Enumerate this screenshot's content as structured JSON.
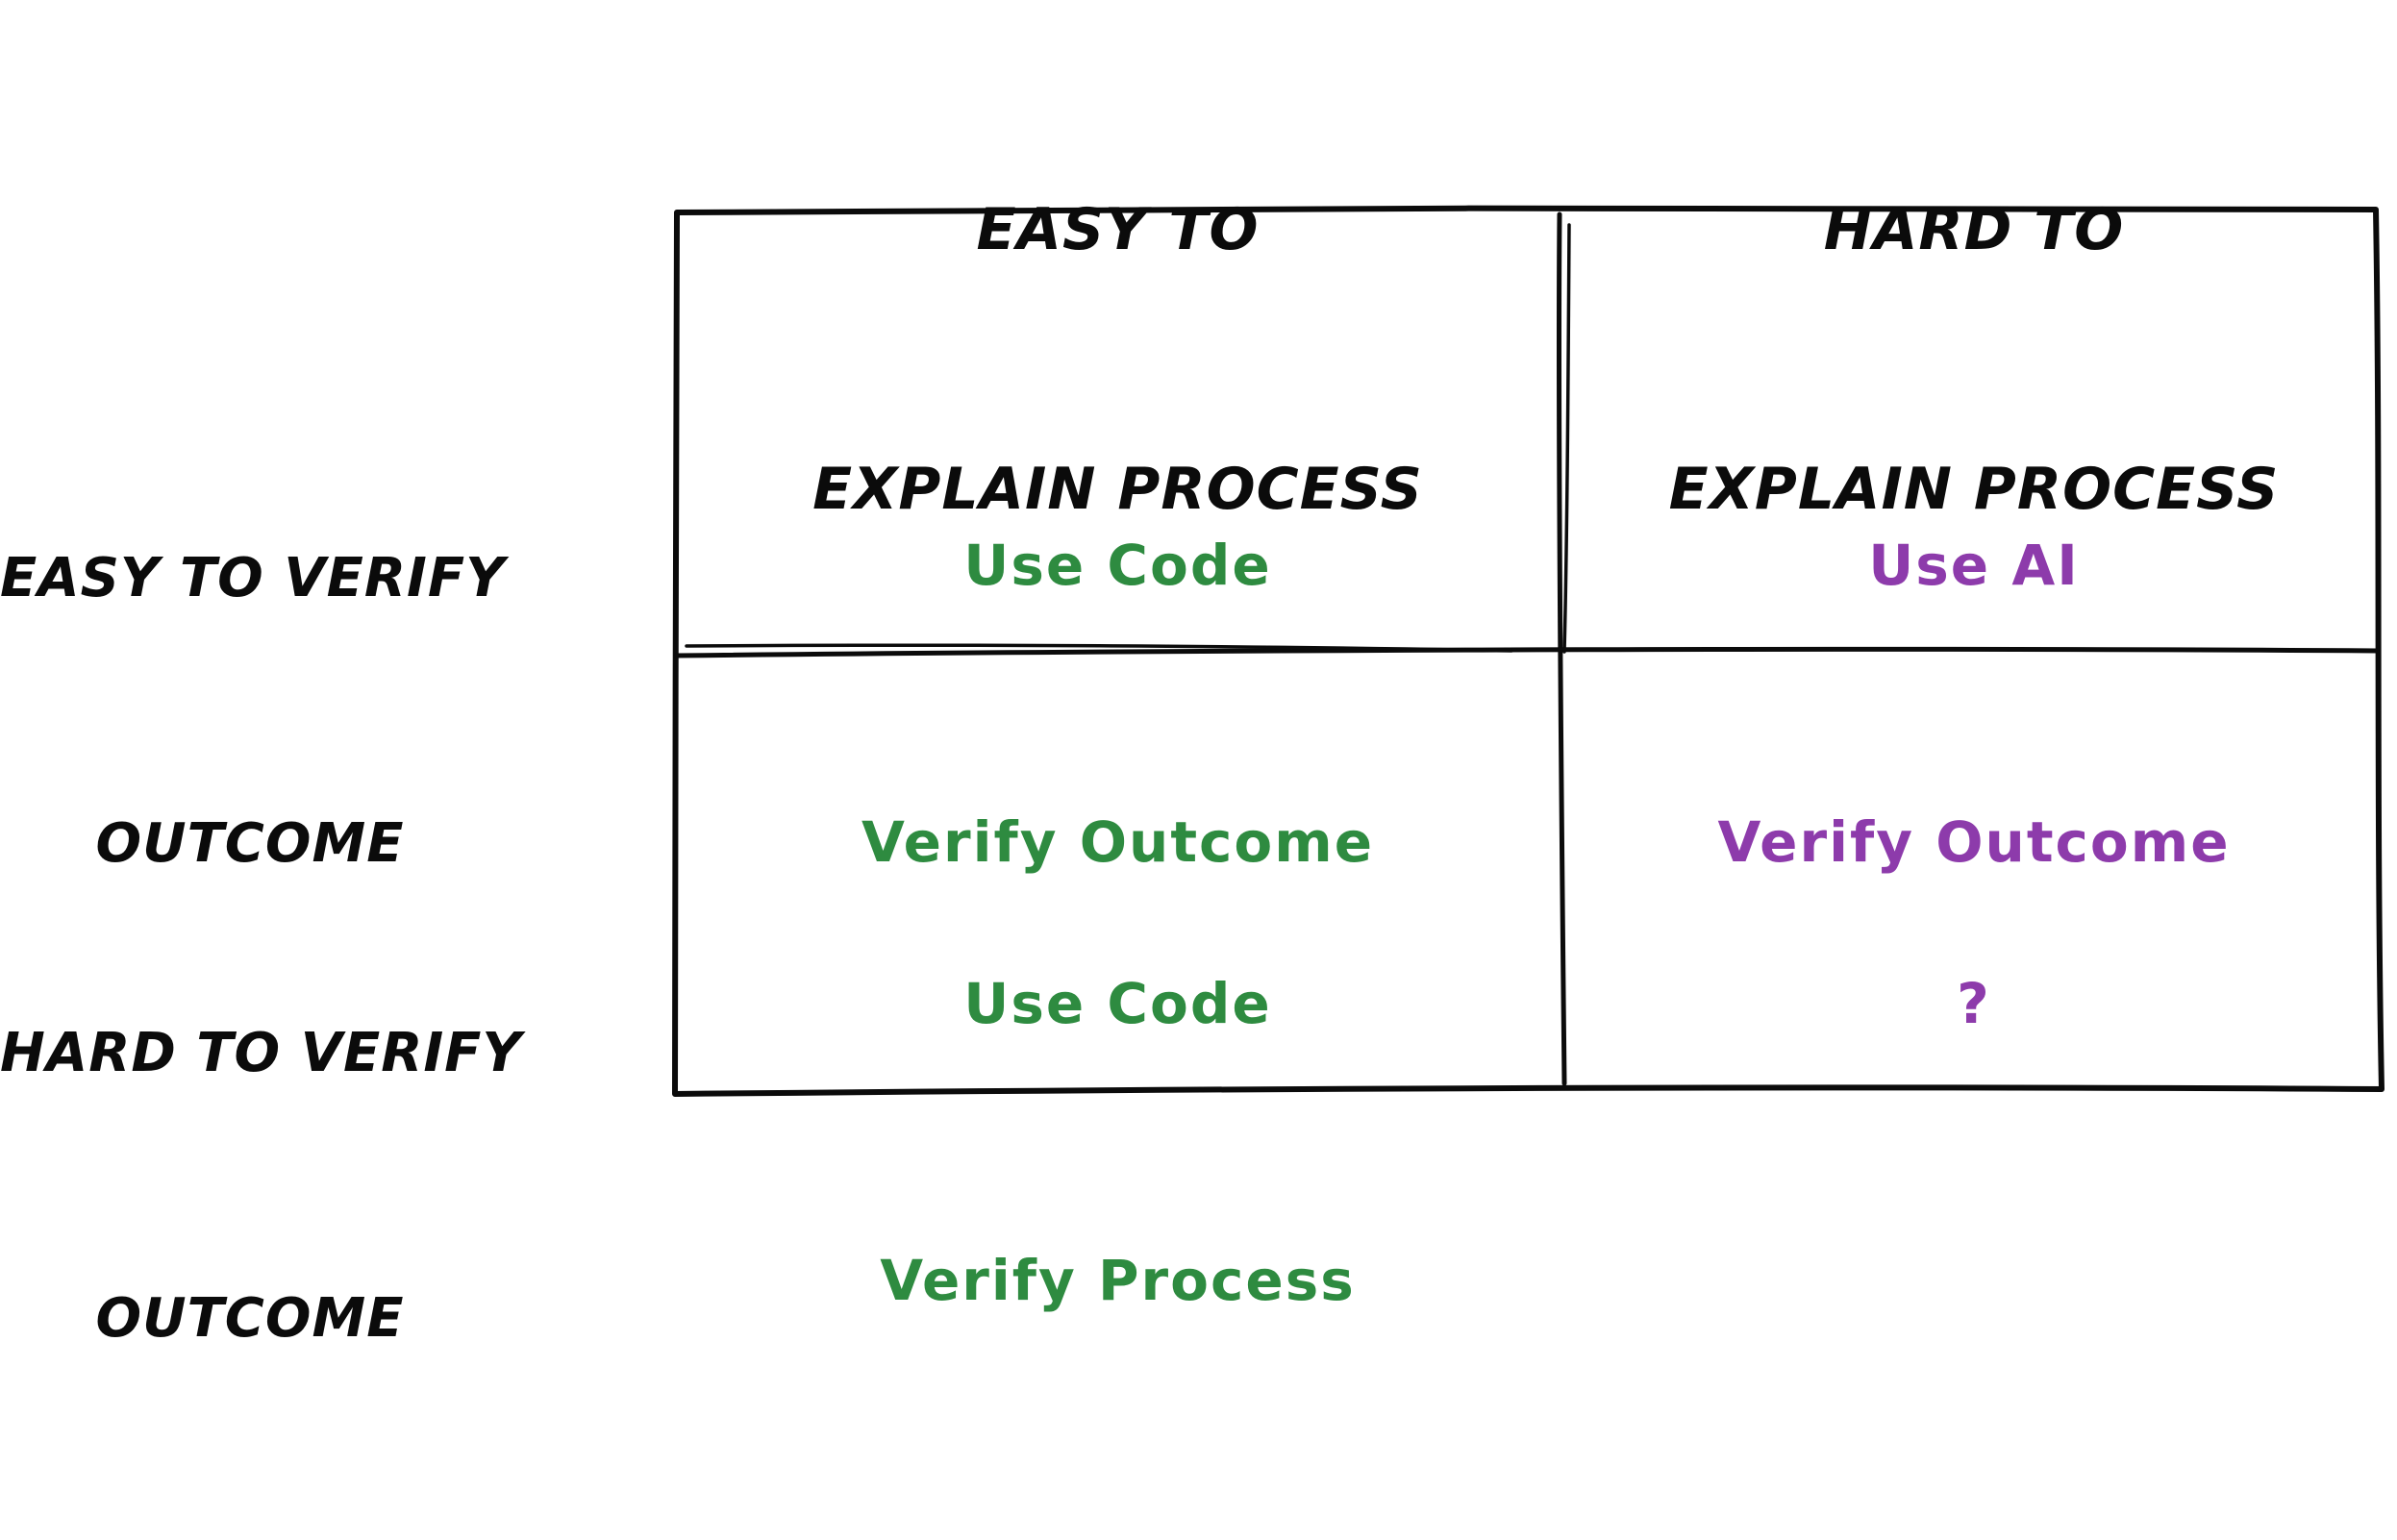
{
  "colors": {
    "ink": "#0b0b0b",
    "green": "#2e8b40",
    "purple": "#8d3bab",
    "background": "#ffffff"
  },
  "matrix": {
    "column_headers": [
      {
        "line1": "EASY TO",
        "line2": "EXPLAIN PROCESS"
      },
      {
        "line1": "HARD TO",
        "line2": "EXPLAIN PROCESS"
      }
    ],
    "row_headers": [
      {
        "line1": "EASY TO VERIFY",
        "line2": "OUTCOME"
      },
      {
        "line1": "HARD TO VERIFY",
        "line2": "OUTCOME"
      }
    ],
    "cells": [
      {
        "line1": "Use Code",
        "line2": "Verify Outcome",
        "color": "green"
      },
      {
        "line1": "Use AI",
        "line2": "Verify Outcome",
        "color": "purple"
      },
      {
        "line1": "Use Code",
        "line2": "Verify Process",
        "color": "green"
      },
      {
        "line1": "?",
        "line2": "",
        "color": "purple"
      }
    ]
  }
}
